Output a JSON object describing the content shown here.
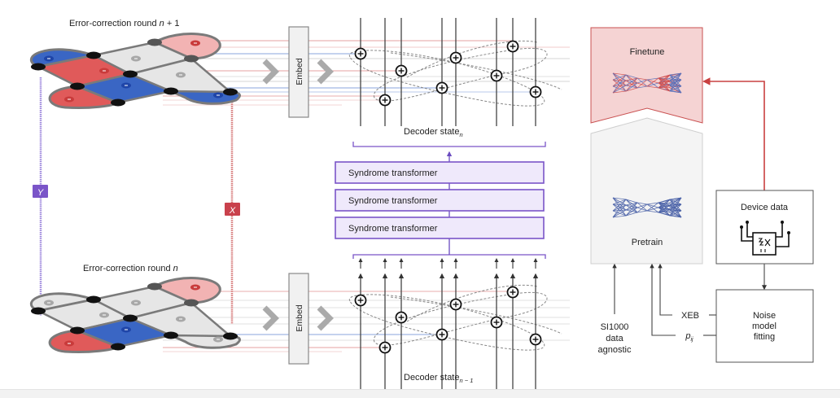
{
  "title_top_patch": "Error-correction round n + 1",
  "title_top_patch_prefix": "Error-correction round ",
  "title_top_patch_var": "n",
  "title_top_patch_suffix": " + 1",
  "title_bottom_patch_prefix": "Error-correction round ",
  "title_bottom_patch_var": "n",
  "embed_label": "Embed",
  "pauli_y_label": "Y",
  "pauli_x_label": "X",
  "decoder_state_top": {
    "text": "Decoder state",
    "subscript": "n"
  },
  "decoder_state_bottom": {
    "text": "Decoder state",
    "subscript": "n − 1"
  },
  "transformer_layers": [
    "Syndrome transformer",
    "Syndrome transformer",
    "Syndrome transformer"
  ],
  "finetune_label": "Finetune",
  "pretrain_label": "Pretrain",
  "device_data_label": "Device data",
  "noise_model_label": [
    "Noise",
    "model",
    "fitting"
  ],
  "xeb_label": "XEB",
  "pij_label": {
    "p": "p",
    "sub": "ij"
  },
  "si1000_label": [
    "SI1000",
    "data",
    "agnostic"
  ],
  "stabilizer_glyphs": {
    "x_type": "X",
    "z_type": "Z"
  },
  "colors": {
    "x_red": "#e05a5a",
    "x_red_light": "#f2b3b3",
    "z_blue": "#3a66c4",
    "inactive_gray": "#e6e6e6",
    "purple": "#7a55c8",
    "purple_fill": "#efe9fb",
    "finetune_fill": "#f5d3d3",
    "finetune_stroke": "#c95050",
    "pretrain_fill": "#f4f4f4",
    "arrow_red": "#c94040"
  },
  "top_round_plaquettes": [
    "z",
    "x",
    "inactive",
    "x",
    "z",
    "inactive",
    "x",
    "z"
  ],
  "bottom_round_plaquettes": [
    "inactive",
    "inactive",
    "inactive",
    "x_light",
    "z",
    "inactive",
    "x",
    "inactive"
  ]
}
